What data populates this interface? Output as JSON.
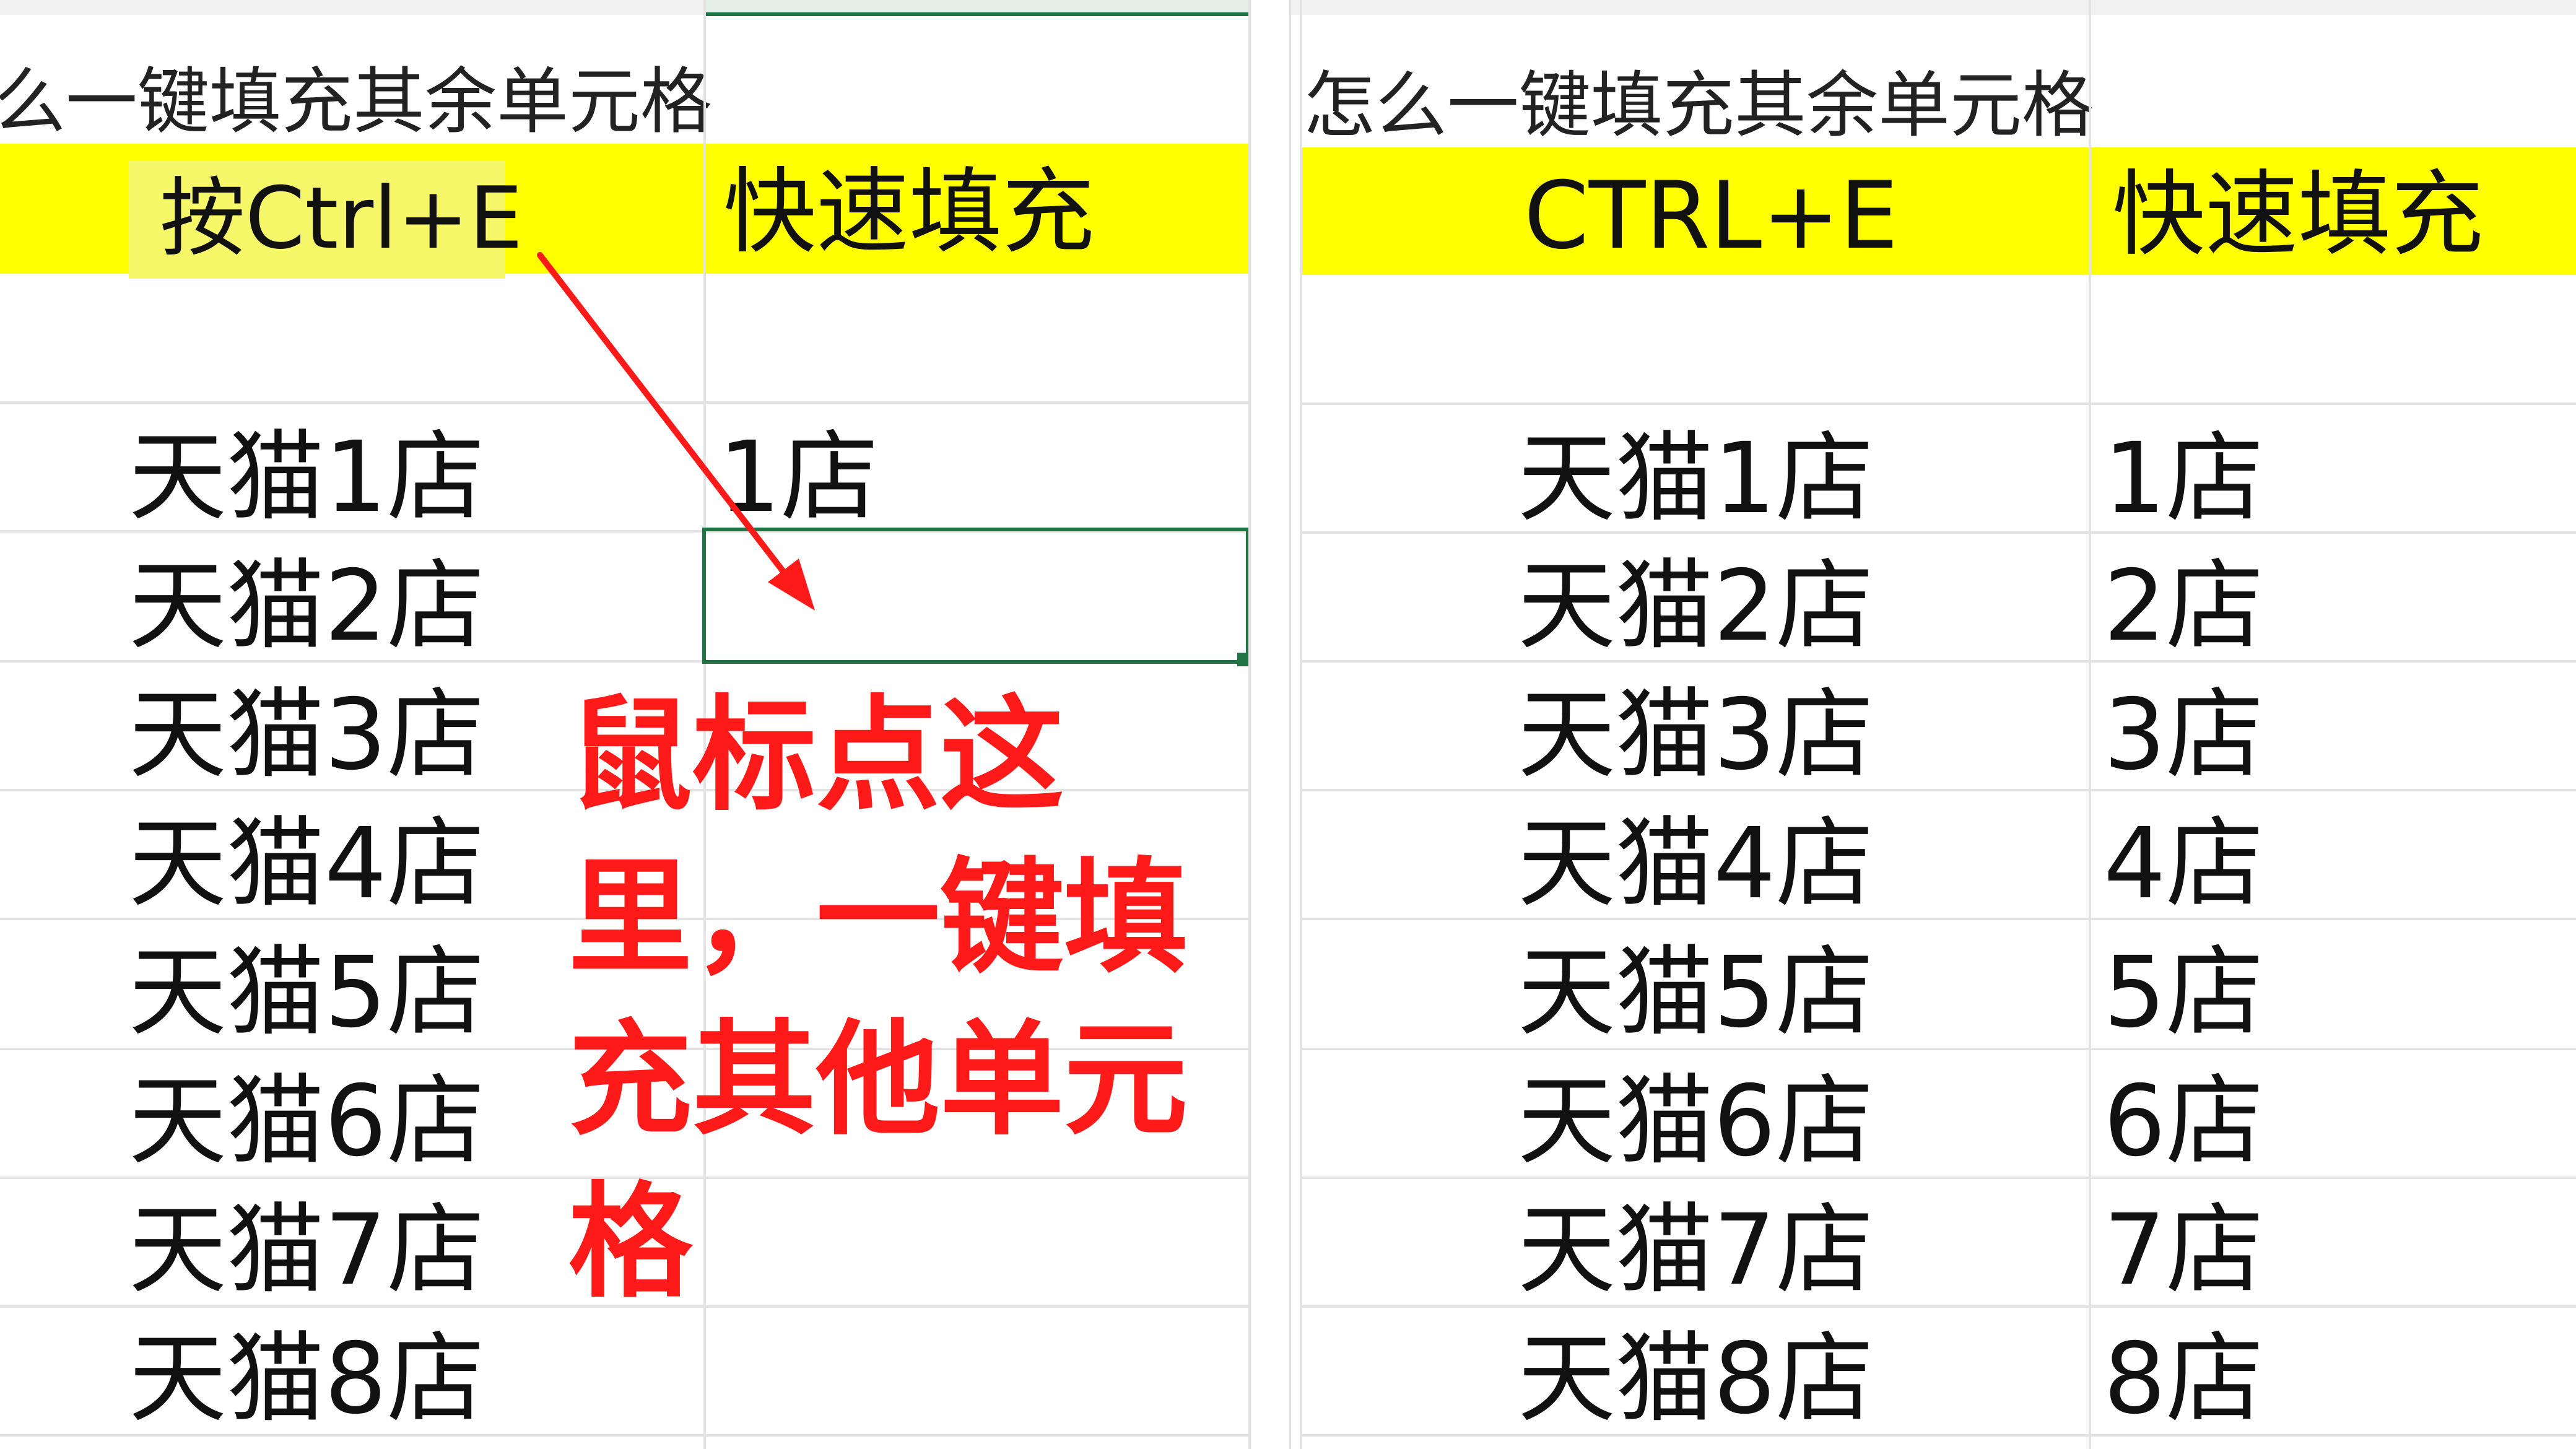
{
  "left": {
    "title": "么一键填充其余单元格",
    "header": {
      "col_a": "按Ctrl+E",
      "col_b": "快速填充"
    },
    "rows": [
      {
        "a": "天猫1店",
        "b": "1店"
      },
      {
        "a": "天猫2店",
        "b": ""
      },
      {
        "a": "天猫3店",
        "b": ""
      },
      {
        "a": "天猫4店",
        "b": ""
      },
      {
        "a": "天猫5店",
        "b": ""
      },
      {
        "a": "天猫6店",
        "b": ""
      },
      {
        "a": "天猫7店",
        "b": ""
      },
      {
        "a": "天猫8店",
        "b": ""
      }
    ],
    "note_lines": [
      "鼠标点这",
      "里，一键填",
      "充其他单元",
      "格"
    ]
  },
  "right": {
    "title": "怎么一键填充其余单元格",
    "header": {
      "col_a": "CTRL+E",
      "col_b": "快速填充"
    },
    "rows": [
      {
        "a": "天猫1店",
        "b": "1店"
      },
      {
        "a": "天猫2店",
        "b": "2店"
      },
      {
        "a": "天猫3店",
        "b": "3店"
      },
      {
        "a": "天猫4店",
        "b": "4店"
      },
      {
        "a": "天猫5店",
        "b": "5店"
      },
      {
        "a": "天猫6店",
        "b": "6店"
      },
      {
        "a": "天猫7店",
        "b": "7店"
      },
      {
        "a": "天猫8店",
        "b": "8店"
      }
    ]
  },
  "colors": {
    "header_band": "#ffff00",
    "annotation": "#ff1a1a",
    "selection_border": "#217346",
    "gridline": "#e3e3e3"
  },
  "icons": [
    "red-arrow-icon"
  ]
}
